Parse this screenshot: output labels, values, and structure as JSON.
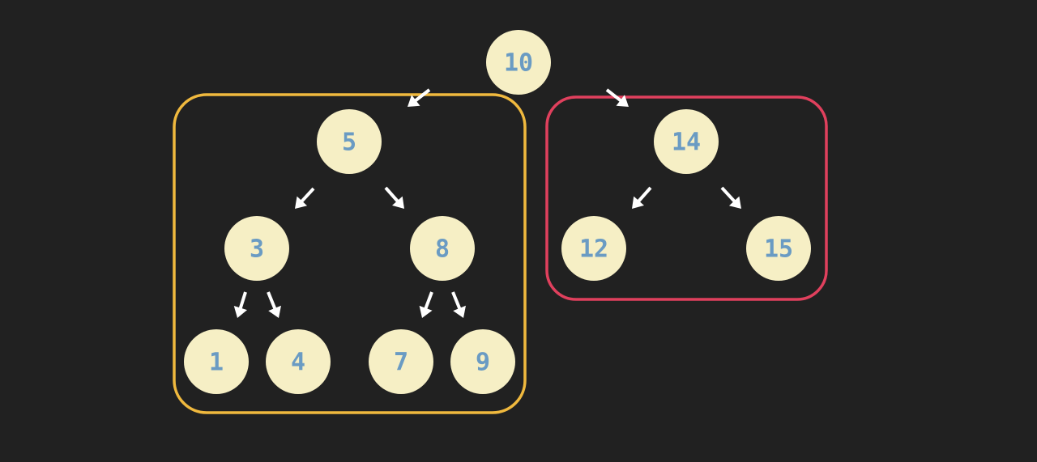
{
  "colors": {
    "background": "#212121",
    "node_fill": "#f6efc5",
    "node_text": "#6a9bc3",
    "edge": "#ffffff",
    "left_subtree_box": "#f0b93e",
    "right_subtree_box": "#e0405d"
  },
  "tree": {
    "nodes": [
      {
        "id": "n10",
        "label": "10"
      },
      {
        "id": "n5",
        "label": "5"
      },
      {
        "id": "n14",
        "label": "14"
      },
      {
        "id": "n3",
        "label": "3"
      },
      {
        "id": "n8",
        "label": "8"
      },
      {
        "id": "n12",
        "label": "12"
      },
      {
        "id": "n15",
        "label": "15"
      },
      {
        "id": "n1",
        "label": "1"
      },
      {
        "id": "n4",
        "label": "4"
      },
      {
        "id": "n7",
        "label": "7"
      },
      {
        "id": "n9",
        "label": "9"
      }
    ],
    "edges": [
      {
        "from": "n10",
        "to": "n5"
      },
      {
        "from": "n10",
        "to": "n14"
      },
      {
        "from": "n5",
        "to": "n3"
      },
      {
        "from": "n5",
        "to": "n8"
      },
      {
        "from": "n14",
        "to": "n12"
      },
      {
        "from": "n14",
        "to": "n15"
      },
      {
        "from": "n3",
        "to": "n1"
      },
      {
        "from": "n3",
        "to": "n4"
      },
      {
        "from": "n8",
        "to": "n7"
      },
      {
        "from": "n8",
        "to": "n9"
      }
    ],
    "groups": [
      {
        "id": "left-subtree",
        "color_key": "left_subtree_box",
        "members": [
          "n5",
          "n3",
          "n8",
          "n1",
          "n4",
          "n7",
          "n9"
        ]
      },
      {
        "id": "right-subtree",
        "color_key": "right_subtree_box",
        "members": [
          "n14",
          "n12",
          "n15"
        ]
      }
    ]
  }
}
